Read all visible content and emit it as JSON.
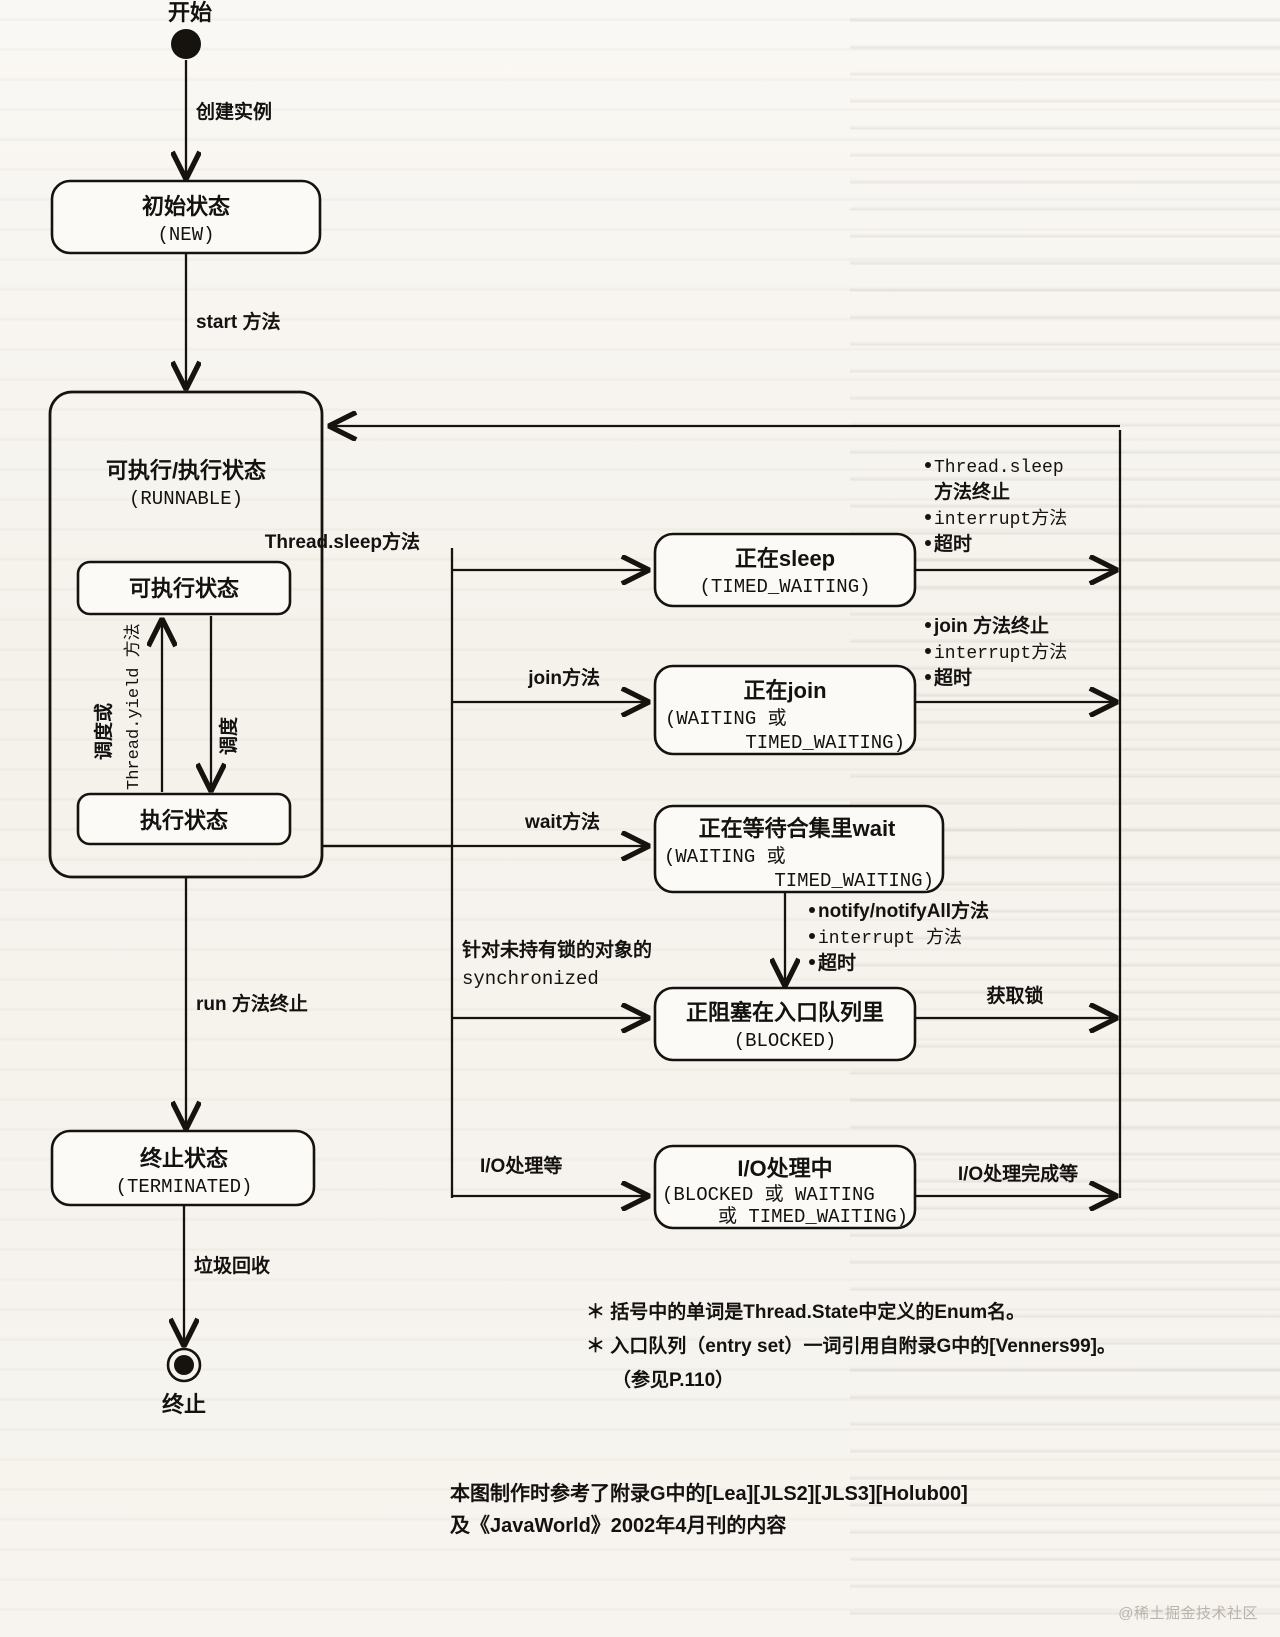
{
  "diagram": {
    "title_start": "开始",
    "title_end": "终止",
    "nodes": {
      "new": {
        "name": "初始状态",
        "enum": "(NEW)"
      },
      "runnable": {
        "name": "可执行/执行状态",
        "enum": "(RUNNABLE)"
      },
      "runnable_inner": {
        "name": "可执行状态"
      },
      "running_inner": {
        "name": "执行状态"
      },
      "terminated": {
        "name": "终止状态",
        "enum": "(TERMINATED)"
      },
      "sleep": {
        "name": "正在sleep",
        "enum": "(TIMED_WAITING)"
      },
      "join": {
        "name": "正在join",
        "enum1": "(WAITING 或",
        "enum2": "TIMED_WAITING)"
      },
      "wait": {
        "name": "正在等待合集里wait",
        "enum1": "(WAITING 或",
        "enum2": "TIMED_WAITING)"
      },
      "blocked": {
        "name": "正阻塞在入口队列里",
        "enum": "(BLOCKED)"
      },
      "io": {
        "name": "I/O处理中",
        "enum1": "(BLOCKED 或 WAITING",
        "enum2": "或 TIMED_WAITING)"
      }
    },
    "edges": {
      "create_instance": "创建实例",
      "start_method": "start 方法",
      "schedule_or": "调度或",
      "thread_yield": "Thread.yield 方法",
      "schedule": "调度",
      "run_terminate": "run 方法终止",
      "gc": "垃圾回收",
      "thread_sleep_method": "Thread.sleep方法",
      "join_method": "join方法",
      "wait_method": "wait方法",
      "synchronized_line1": "针对未持有锁的对象的",
      "synchronized_line2": "synchronized",
      "io_handling": "I/O处理等",
      "acquire_lock": "获取锁",
      "io_done": "I/O处理完成等"
    },
    "bullet_groups": {
      "from_sleep": [
        "Thread.sleep",
        "方法终止",
        "interrupt方法",
        "超时"
      ],
      "from_sleep_items": [
        "Thread.sleep方法终止",
        "interrupt方法",
        "超时"
      ],
      "from_join_items": [
        "join 方法终止",
        "interrupt方法",
        "超时"
      ],
      "from_wait_items": [
        "notify/notifyAll方法",
        "interrupt 方法",
        "超时"
      ]
    },
    "footnotes": [
      "＊ 括号中的单词是Thread.State中定义的Enum名。",
      "＊ 入口队列（entry set）一词引用自附录G中的[Venners99]。",
      "（参见P.110）"
    ],
    "credits": [
      "本图制作时参考了附录G中的[Lea][JLS2][JLS3][Holub00]",
      "及《JavaWorld》2002年4月刊的内容"
    ],
    "watermark": "@稀土掘金技术社区",
    "colors": {
      "ink": "#16130f",
      "paper": "#f7f4ef"
    }
  }
}
